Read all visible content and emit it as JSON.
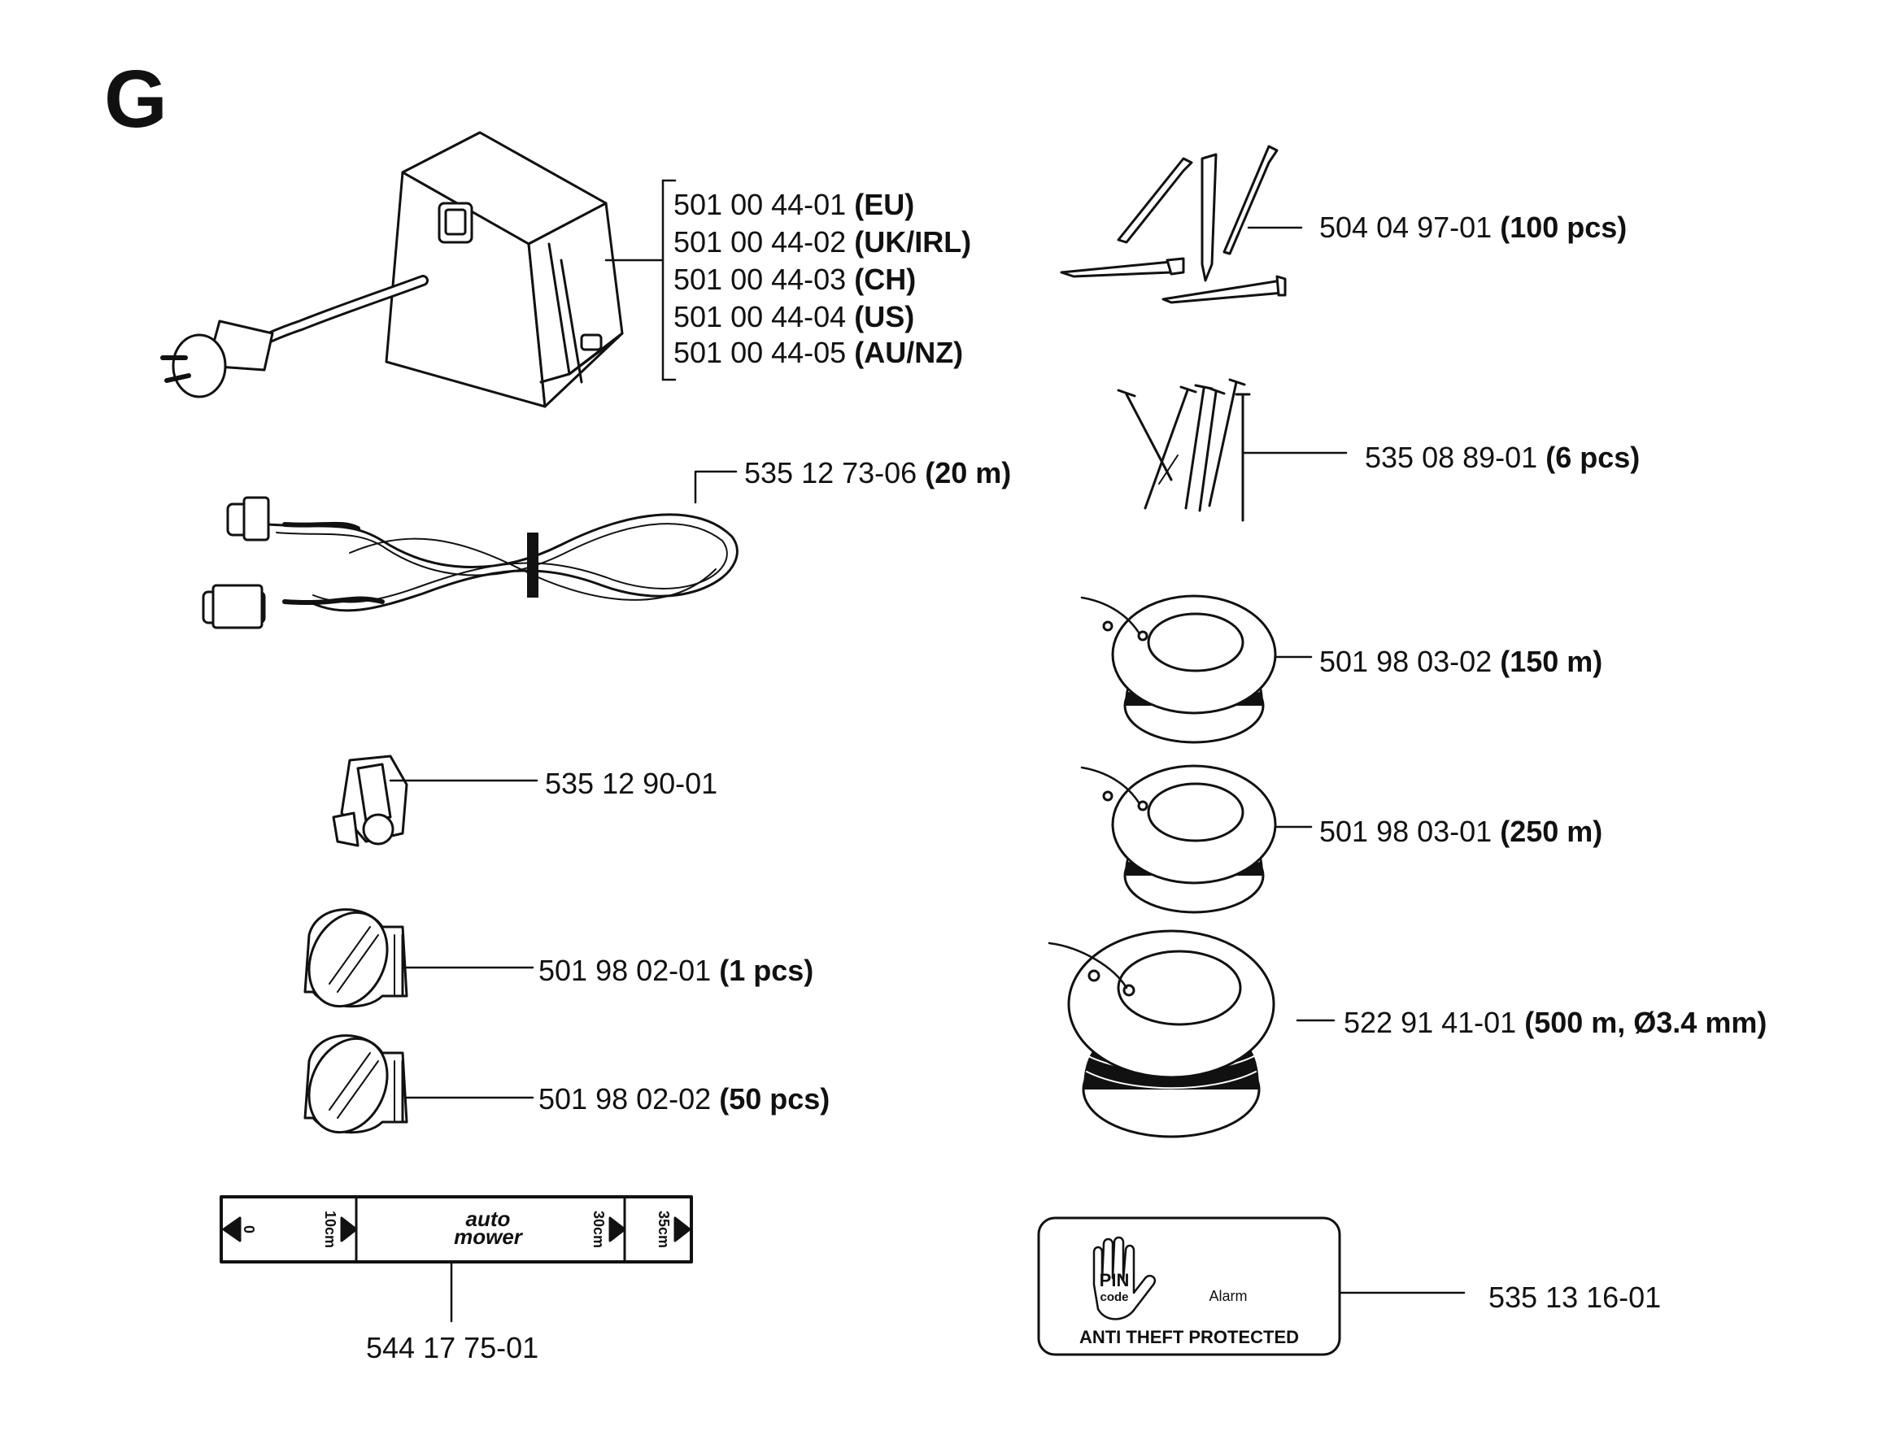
{
  "section_letter": "G",
  "transformer": {
    "parts": [
      {
        "number": "501 00 44-01",
        "note": "(EU)"
      },
      {
        "number": "501 00 44-02",
        "note": "(UK/IRL)"
      },
      {
        "number": "501 00 44-03",
        "note": "(CH)"
      },
      {
        "number": "501 00 44-04",
        "note": "(US)"
      },
      {
        "number": "501 00 44-05",
        "note": "(AU/NZ)"
      }
    ]
  },
  "low_voltage_cable": {
    "number": "535 12 73-06",
    "note": "(20 m)"
  },
  "connector": {
    "number": "535 12 90-01",
    "note": ""
  },
  "coupler_single": {
    "number": "501 98 02-01",
    "note": "(1 pcs)"
  },
  "coupler_pack": {
    "number": "501 98 02-02",
    "note": "(50 pcs)"
  },
  "gauge": {
    "number": "544 17 75-01",
    "marks": [
      "0",
      "10cm",
      "30cm",
      "35cm"
    ],
    "brand_top": "auto",
    "brand_bottom": "mower"
  },
  "pegs": {
    "number": "504 04 97-01",
    "note": "(100 pcs)"
  },
  "nails": {
    "number": "535 08 89-01",
    "note": "(6 pcs)"
  },
  "wire_150": {
    "number": "501 98 03-02",
    "note": "(150 m)"
  },
  "wire_250": {
    "number": "501 98 03-01",
    "note": "(250 m)"
  },
  "wire_500": {
    "number": "522 91 41-01",
    "note": "(500 m, Ø3.4 mm)"
  },
  "sticker": {
    "number": "535 13 16-01",
    "pin": "PIN",
    "code": "code",
    "alarm": "Alarm",
    "protected": "ANTI THEFT PROTECTED"
  },
  "colors": {
    "ink": "#111111",
    "background": "#ffffff"
  }
}
